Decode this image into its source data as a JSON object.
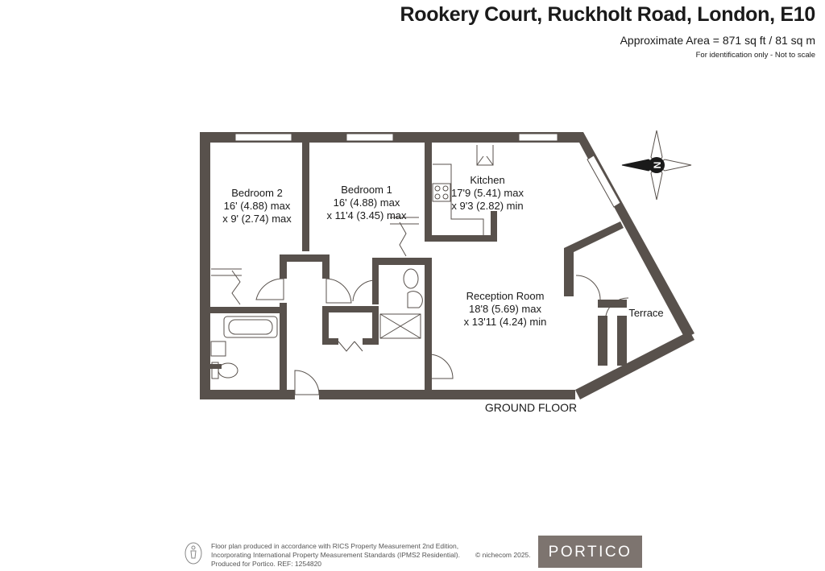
{
  "header": {
    "title": "Rookery Court, Ruckholt Road, London, E10",
    "area": "Approximate Area = 871 sq ft / 81 sq m",
    "note": "For identification only - Not to scale"
  },
  "compass": {
    "label": "N",
    "icon": "compass-icon"
  },
  "rooms": {
    "bedroom2": {
      "name": "Bedroom 2",
      "dim1": "16' (4.88) max",
      "dim2": "x 9' (2.74) max"
    },
    "bedroom1": {
      "name": "Bedroom 1",
      "dim1": "16' (4.88) max",
      "dim2": "x 11'4 (3.45) max"
    },
    "kitchen": {
      "name": "Kitchen",
      "dim1": "17'9 (5.41) max",
      "dim2": "x 9'3 (2.82) min"
    },
    "reception": {
      "name": "Reception Room",
      "dim1": "18'8 (5.69) max",
      "dim2": "x 13'11 (4.24) min"
    },
    "terrace": {
      "name": "Terrace"
    }
  },
  "floor_label": "GROUND FLOOR",
  "footer": {
    "line1": "Floor plan produced in accordance with RICS Property Measurement 2nd Edition,",
    "line2": "Incorporating International Property Measurement Standards (IPMS2 Residential).",
    "line3": "Produced for Portico.   REF:  1254820",
    "credit": "© nichecom 2025.",
    "logo": "PORTICO"
  },
  "colors": {
    "wall": "#58514c",
    "logo_bg": "#7d746f"
  }
}
